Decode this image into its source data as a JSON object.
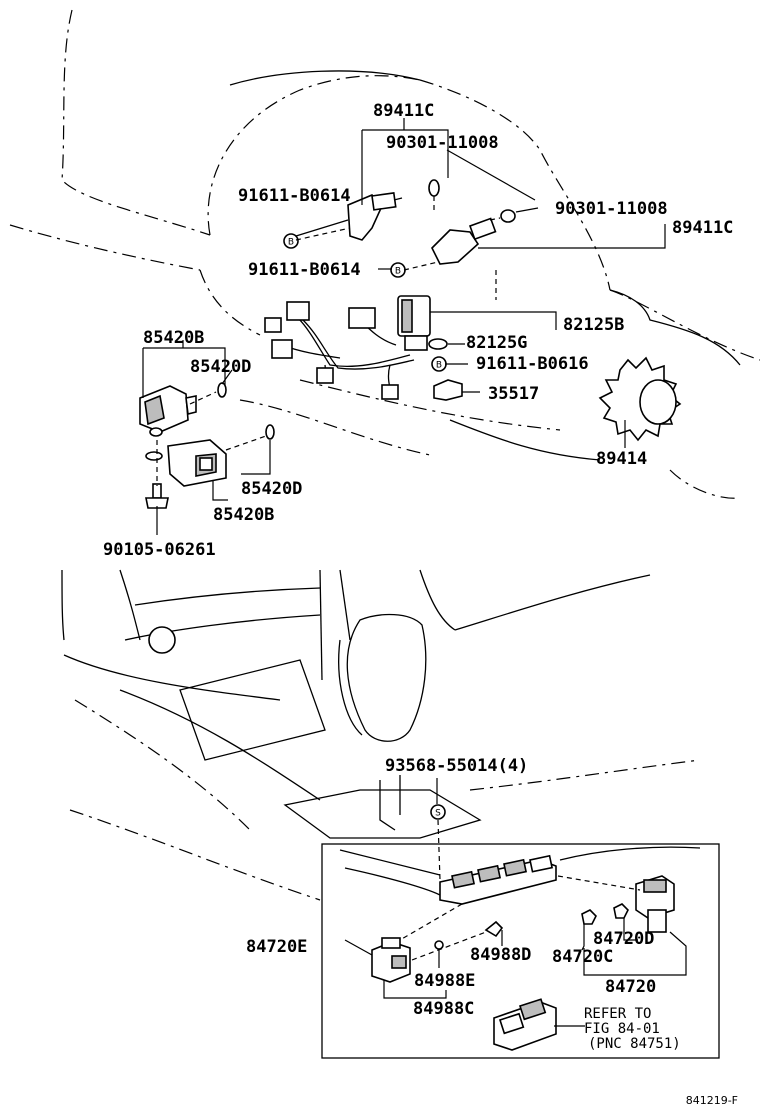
{
  "labels": {
    "p89411c_top": "89411C",
    "p90301_top": "90301-11008",
    "p91611_a": "91611-B0614",
    "p90301_right": "90301-11008",
    "p89411c_right": "89411C",
    "p91611_b": "91611-B0614",
    "p82125b": "82125B",
    "p82125g": "82125G",
    "p85420b_top": "85420B",
    "p85420d_top": "85420D",
    "p91611_b0616": "91611-B0616",
    "p35517": "35517",
    "p89414": "89414",
    "p85420d_bottom": "85420D",
    "p85420b_bottom": "85420B",
    "p90105": "90105-06261",
    "p93568": "93568-55014(4)",
    "p84720e": "84720E",
    "p84988d": "84988D",
    "p84720d": "84720D",
    "p84720c": "84720C",
    "p84988e": "84988E",
    "p84720": "84720",
    "p84988c": "84988C"
  },
  "refer": {
    "line1": "REFER TO",
    "line2": "FIG 84-01",
    "line3": "(PNC 84751)"
  },
  "symbols": {
    "b": "B",
    "s": "S"
  },
  "figure_id": "841219-F"
}
